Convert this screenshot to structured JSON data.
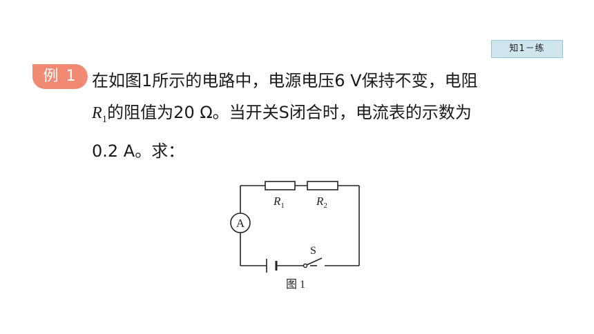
{
  "tag": {
    "label": "知1－练"
  },
  "badge": {
    "label": "例 1"
  },
  "problem": {
    "line1": "在如图1所示的电路中，电源电压6 V保持不变，电阻",
    "r_letter": "R",
    "r_sub": "1",
    "line2_rest": "的阻值为20 Ω。当开关S闭合时，电流表的示数为",
    "line3": "0.2 A。求："
  },
  "circuit": {
    "resistor1_letter": "R",
    "resistor1_sub": "1",
    "resistor2_letter": "R",
    "resistor2_sub": "2",
    "ammeter": "A",
    "switch": "S",
    "caption": "图 1"
  }
}
